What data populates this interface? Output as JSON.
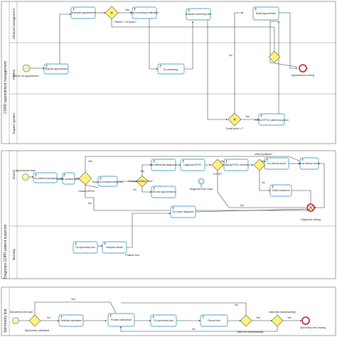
{
  "pools": [
    {
      "title": "COPD appointment management",
      "lanes": [
        "Clinical management",
        "Patient",
        "Expert system"
      ]
    },
    {
      "title": "Diagnosis COPD patient suspicion",
      "lanes": [
        "Doctor",
        "Nursing"
      ]
    },
    {
      "title": "Spirometry test",
      "lanes": []
    }
  ],
  "tasks": {
    "schedule_appointment": "Schedule appointment",
    "send_screening": "Send screening notification",
    "evaluate_screening": "Evaluate screening data",
    "notify_appointment": "Notify appointment",
    "request_appointment": "Request appointment",
    "do_screening": "Do screening",
    "record_epoc": "Record EPOC patient suspicion",
    "do_patient_evaluation": "Do patient evaluation",
    "update_medical_history": "Update medical history",
    "request_complementary": "Request complementary test",
    "do_differential": "Do differential diagnosis",
    "diagnosis_epoc": "Diagnosis EPOC",
    "classify_epoc": "Classify EPOC severity",
    "do_referral": "Do referral report",
    "send_referral": "Send referral report",
    "get_new_appointments": "Get new appointments",
    "define_treatment": "Define treatment",
    "do_others_diagnosis": "Do others diagnosis",
    "do_spirometry_nursing": "Do spirometry test",
    "interpret_results": "Interpret results",
    "calibrate_spirometer": "Calibrate spirometer",
    "provide_instructions": "Provide instructions",
    "do_spirometry": "Do spirometry test",
    "record_test": "Record test"
  },
  "labels": {
    "ask_appointment": "Ask for an appointment",
    "patient_age": "Patient > 40 years?",
    "yes": "Yes",
    "no": "No",
    "appointment_ending": "Appointment ending",
    "cutoff": "Cutoff point > 7",
    "appointment_date": "Appointment date",
    "discard_epoc": "Discard EPOC",
    "complementary_test": "Complementary Test?",
    "diagnosis_test_result": "Diagnosis test result",
    "copd": "COPD?",
    "referral_patient": "referral patient?",
    "positive_test": "Positive test",
    "diagnosis_ending": "Diagnosis ending",
    "spirometry_test_start": "Spirometry test start",
    "spirometer_calibrated": "Spirometer calibrated",
    "valid_test_repeatability": "Valid test (repeatability)",
    "valid_test_acceptability": "Valid test (acceptability)",
    "spirometry_test_ending": "Spirometry test ending"
  }
}
